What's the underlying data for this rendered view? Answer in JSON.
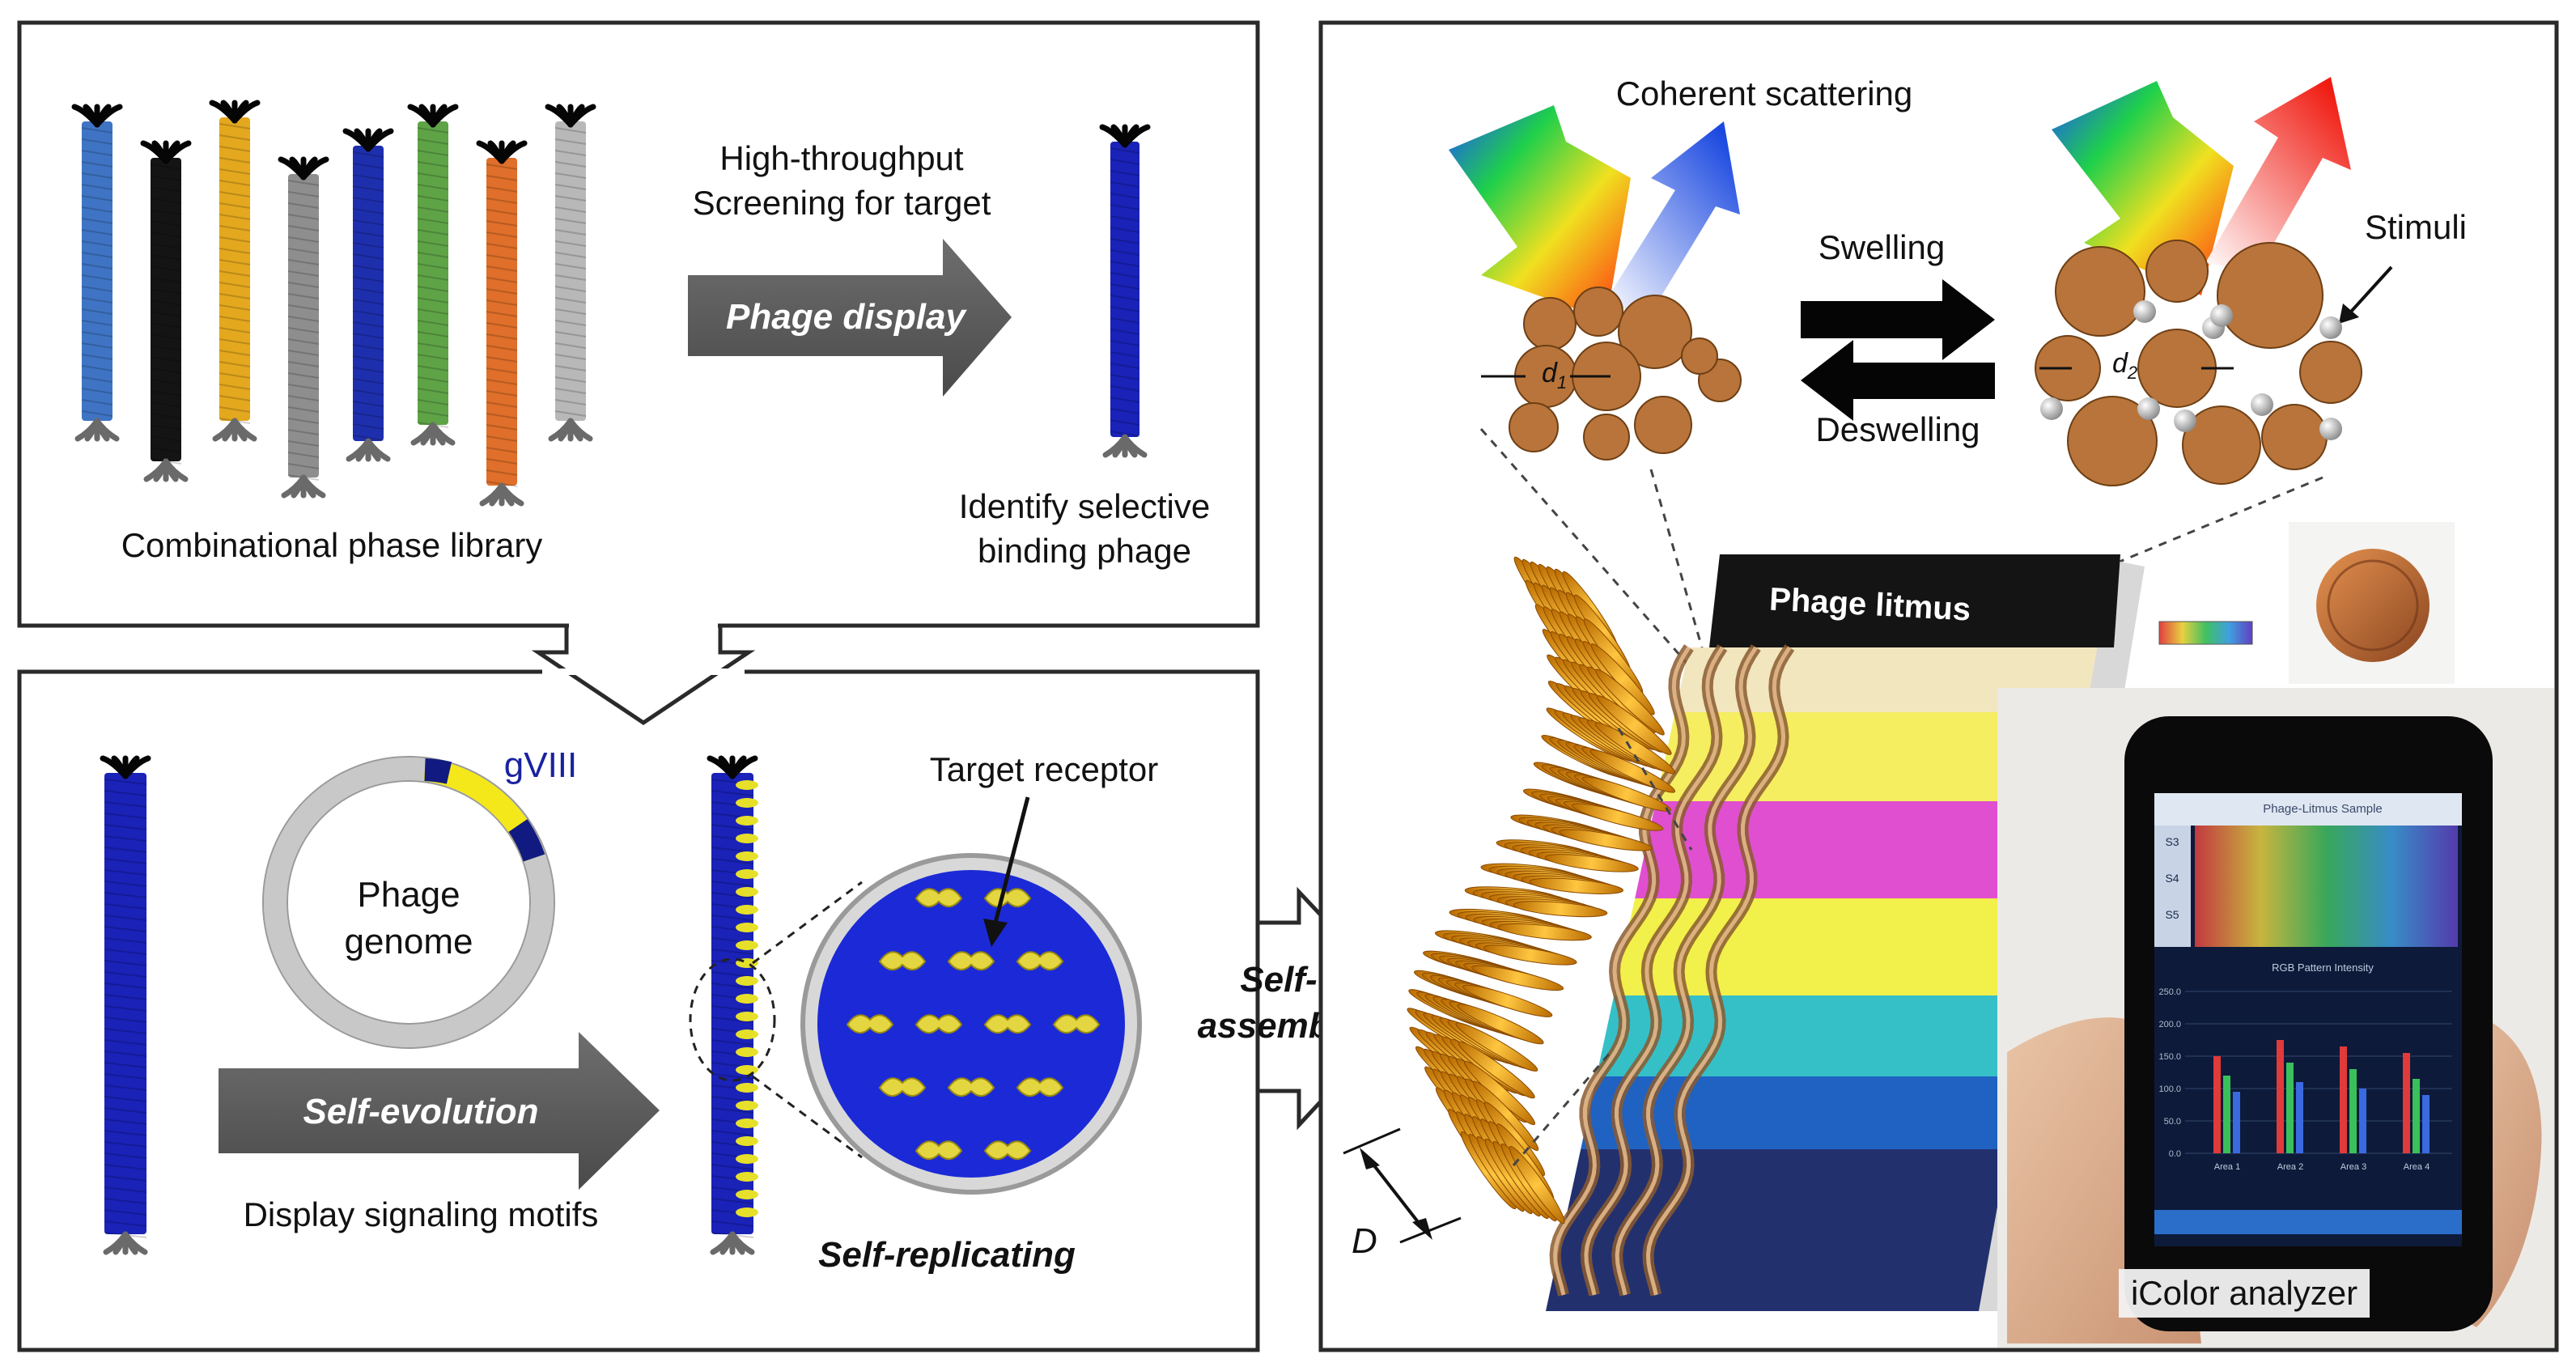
{
  "panel_a": {
    "library_label": "Combinational phase library",
    "screening_label": [
      "High-throughput",
      "Screening for target"
    ],
    "arrow_label": "Phage display",
    "identify_label": [
      "Identify selective",
      "binding phage"
    ],
    "library_colors": [
      "#3f74c4",
      "#141414",
      "#e3a81e",
      "#8e8e8e",
      "#1e2fae",
      "#5fa347",
      "#df6f2a",
      "#b8b8b8"
    ],
    "selected_color": "#1a22b8"
  },
  "panel_b": {
    "gene_label": "gVIII",
    "genome_label": [
      "Phage",
      "genome"
    ],
    "arrow_label": "Self-evolution",
    "display_label": "Display signaling motifs",
    "receptor_label": "Target receptor",
    "replicating_label": "Self-replicating"
  },
  "assembly_label": [
    "Self-",
    "assembly"
  ],
  "panel_c": {
    "scattering_label": "Coherent scattering",
    "swelling_label": "Swelling",
    "deswelling_label": "Deswelling",
    "stimuli_label": "Stimuli",
    "d1_label": "d",
    "d1_sub": "1",
    "d2_label": "d",
    "d2_sub": "2",
    "litmus_label": "Phage litmus",
    "D_label": "D",
    "analyzer_label": "iColor analyzer",
    "band_colors": [
      "#f2e6bf",
      "#f5ee60",
      "#e04fd0",
      "#f2f04a",
      "#35c0c8",
      "#1f62c2",
      "#23306e"
    ],
    "particle_color": "#b8743a"
  },
  "phone": {
    "app_title": "Phage-Litmus Sample",
    "sidebar": [
      "S3",
      "S4",
      "S5"
    ],
    "chart_title": "RGB Pattern Intensity",
    "y_ticks": [
      "250.0",
      "200.0",
      "150.0",
      "100.0",
      "50.0",
      "0.0"
    ],
    "areas": [
      "Area 1",
      "Area 2",
      "Area 3",
      "Area 4"
    ],
    "rgb_values": [
      [
        150,
        120,
        95
      ],
      [
        175,
        140,
        110
      ],
      [
        165,
        130,
        100
      ],
      [
        155,
        115,
        90
      ]
    ]
  }
}
